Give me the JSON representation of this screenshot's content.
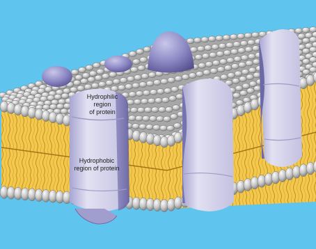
{
  "labels": {
    "hydrophilic": [
      "Hydrophilic",
      "region",
      "of protein"
    ],
    "hydrophobic": [
      "Hydrophobic",
      "region of protein"
    ]
  },
  "colors": {
    "background": "#5fc4ee",
    "head_light": "#e9e9e9",
    "head_dark": "#8e8e8e",
    "tail": "#f0c64a",
    "tail_line": "#c9992a",
    "protein_light": "#dcdbee",
    "protein_mid": "#b6b3d7",
    "protein_dark": "#6e69a5"
  }
}
